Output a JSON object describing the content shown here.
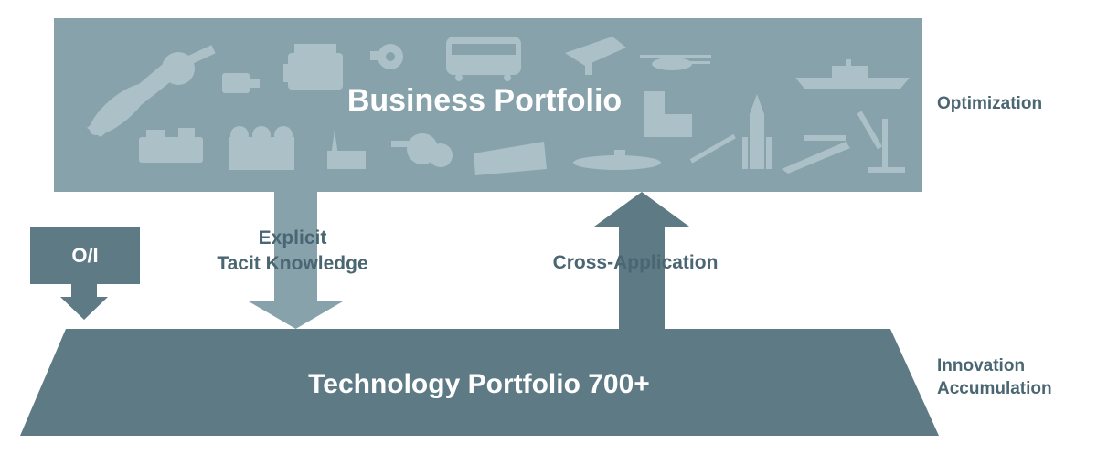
{
  "business_portfolio": {
    "title": "Business Portfolio"
  },
  "technology_portfolio": {
    "title": "Technology Portfolio 700+"
  },
  "oi_box": {
    "label": "O/I"
  },
  "knowledge_arrow": {
    "line1": "Explicit",
    "line2": "Tacit Knowledge"
  },
  "cross_arrow": {
    "label": "Cross-Application"
  },
  "side_labels": {
    "optimization": "Optimization",
    "innovation_line1": "Innovation",
    "innovation_line2": "Accumulation"
  },
  "icons": [
    "turbine-blade-icon",
    "engine-block-icon",
    "turbocharger-icon",
    "train-icon",
    "jet-engine-icon",
    "helicopter-icon",
    "ship-icon",
    "motor-icon",
    "chiller-icon",
    "power-plant-icon",
    "chemical-plant-icon",
    "compressor-icon",
    "gas-turbine-icon",
    "submarine-icon",
    "missile-icon",
    "rocket-icon",
    "bridge-icon",
    "crane-icon",
    "factory-icon"
  ],
  "colors": {
    "business_box": "#87a2ab",
    "technology_box": "#5e7a85",
    "knowledge_arrow": "#87a2ab",
    "cross_arrow": "#5e7a85",
    "text_dark": "#4a6673",
    "icon_fill": "#b2c6cc"
  }
}
